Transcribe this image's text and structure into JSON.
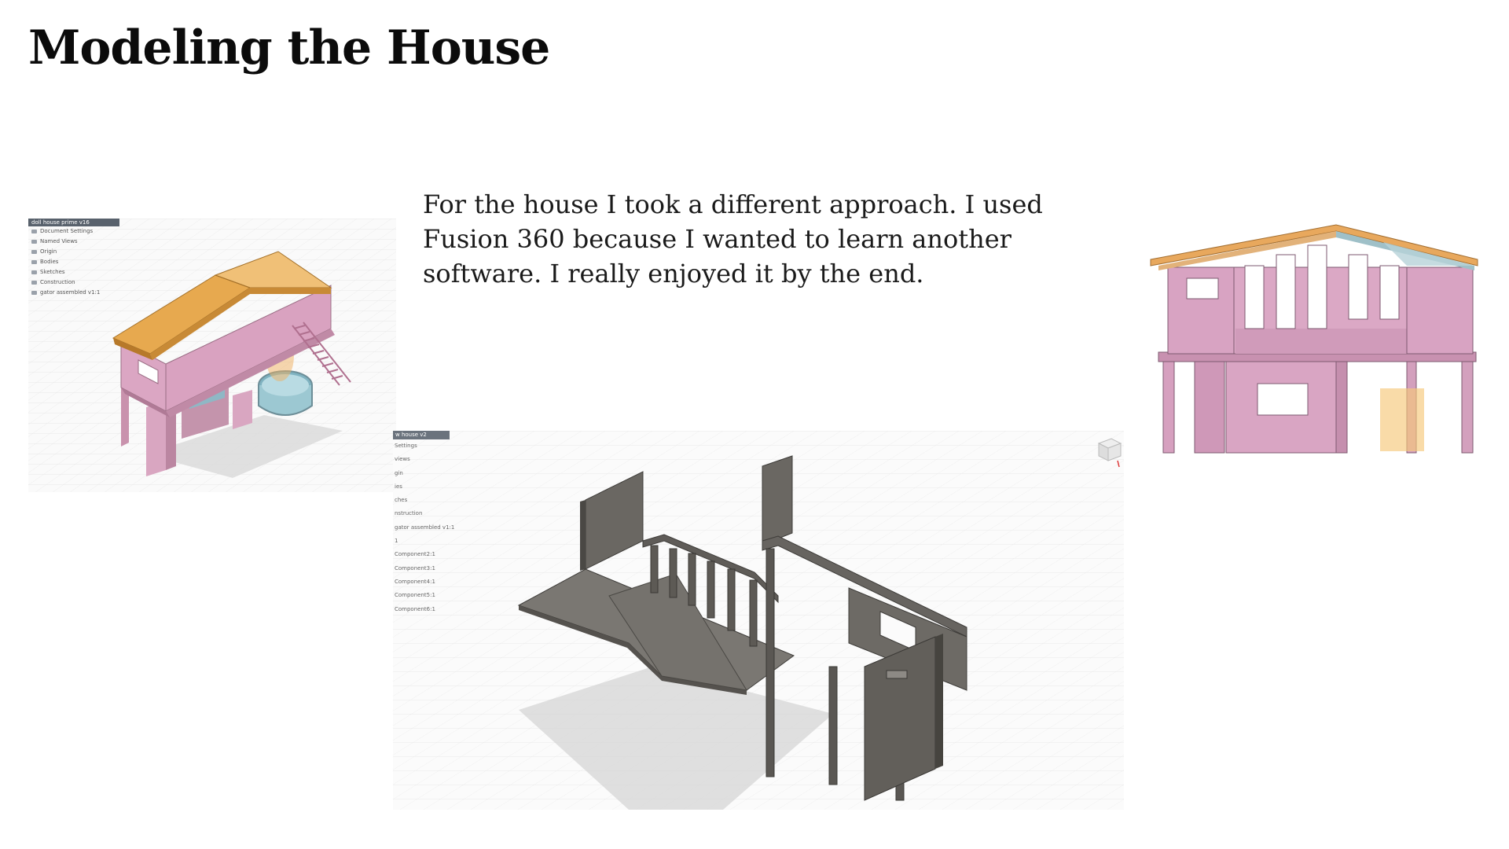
{
  "slide": {
    "title": "Modeling the House",
    "paragraph": "For the house I took a different approach. I used Fusion 360 because I wanted to learn another software. I really enjoyed it by the end."
  },
  "images": {
    "iso_colored": {
      "browser_header": "doll house prime v16",
      "browser_items": [
        "Document Settings",
        "Named Views",
        "Origin",
        "Bodies",
        "Sketches",
        "Construction",
        "gator assembled v1:1"
      ]
    },
    "iso_gray": {
      "browser_header": "w house v2",
      "browser_items": [
        "Settings",
        "views",
        "gin",
        "ies",
        "ches",
        "nstruction",
        "gator assembled v1:1",
        "1",
        "Component2:1",
        "Component3:1",
        "Component4:1",
        "Component5:1",
        "Component6:1"
      ]
    },
    "front_elevation": {}
  }
}
